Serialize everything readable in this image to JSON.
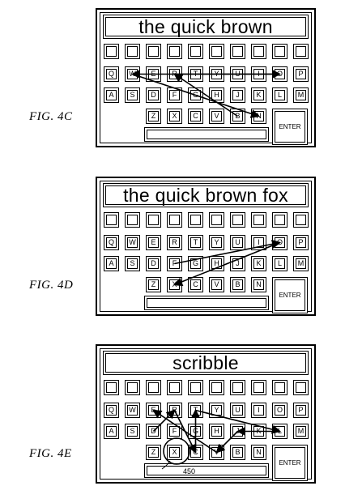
{
  "figures": [
    {
      "label": "FIG. 4C",
      "display_text": "the quick brown"
    },
    {
      "label": "FIG. 4D",
      "display_text": "the quick brown fox"
    },
    {
      "label": "FIG. 4E",
      "display_text": "scribble",
      "reference_numeral": "450"
    }
  ],
  "keyboard": {
    "row1": [
      "Q",
      "W",
      "E",
      "R",
      "T",
      "Y",
      "U",
      "I",
      "O",
      "P"
    ],
    "row2": [
      "A",
      "S",
      "D",
      "F",
      "G",
      "H",
      "J",
      "K",
      "L",
      "M"
    ],
    "row3": [
      "Z",
      "X",
      "C",
      "V",
      "B",
      "N"
    ],
    "enter_label": "ENTER"
  }
}
